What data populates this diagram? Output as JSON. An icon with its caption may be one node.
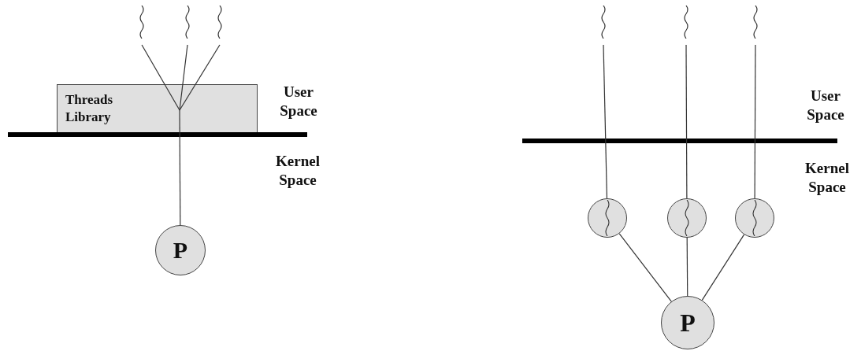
{
  "diagram": {
    "nodes": [
      {
        "text": [],
        "shape": "squiggle"
      },
      {
        "text": [],
        "shape": "squiggle"
      },
      {
        "text": [],
        "shape": "squiggle"
      },
      {
        "text": [
          "Threads Library"
        ]
      },
      {
        "text": [
          "P"
        ]
      },
      {
        "text": [],
        "shape": "squiggle"
      },
      {
        "text": [],
        "shape": "squiggle"
      },
      {
        "text": [],
        "shape": "squiggle"
      },
      {
        "text": [],
        "shape": "circle"
      },
      {
        "text": [],
        "shape": "circle"
      },
      {
        "text": [],
        "shape": "circle"
      },
      {
        "text": [
          "P"
        ]
      }
    ],
    "edges": [
      {
        "from": 0,
        "to": 3,
        "arrow": "none"
      },
      {
        "from": 1,
        "to": 3,
        "arrow": "none"
      },
      {
        "from": 2,
        "to": 3,
        "arrow": "none"
      },
      {
        "from": 3,
        "to": 4,
        "arrow": "none"
      },
      {
        "from": 5,
        "to": 8,
        "arrow": "none"
      },
      {
        "from": 6,
        "to": 9,
        "arrow": "none"
      },
      {
        "from": 7,
        "to": 10,
        "arrow": "none"
      },
      {
        "from": 8,
        "to": 11,
        "arrow": "none"
      },
      {
        "from": 9,
        "to": 11,
        "arrow": "none"
      },
      {
        "from": 10,
        "to": 11,
        "arrow": "none"
      }
    ],
    "labels": [
      "User Space",
      "Kernel Space",
      "User Space",
      "Kernel Space"
    ]
  }
}
